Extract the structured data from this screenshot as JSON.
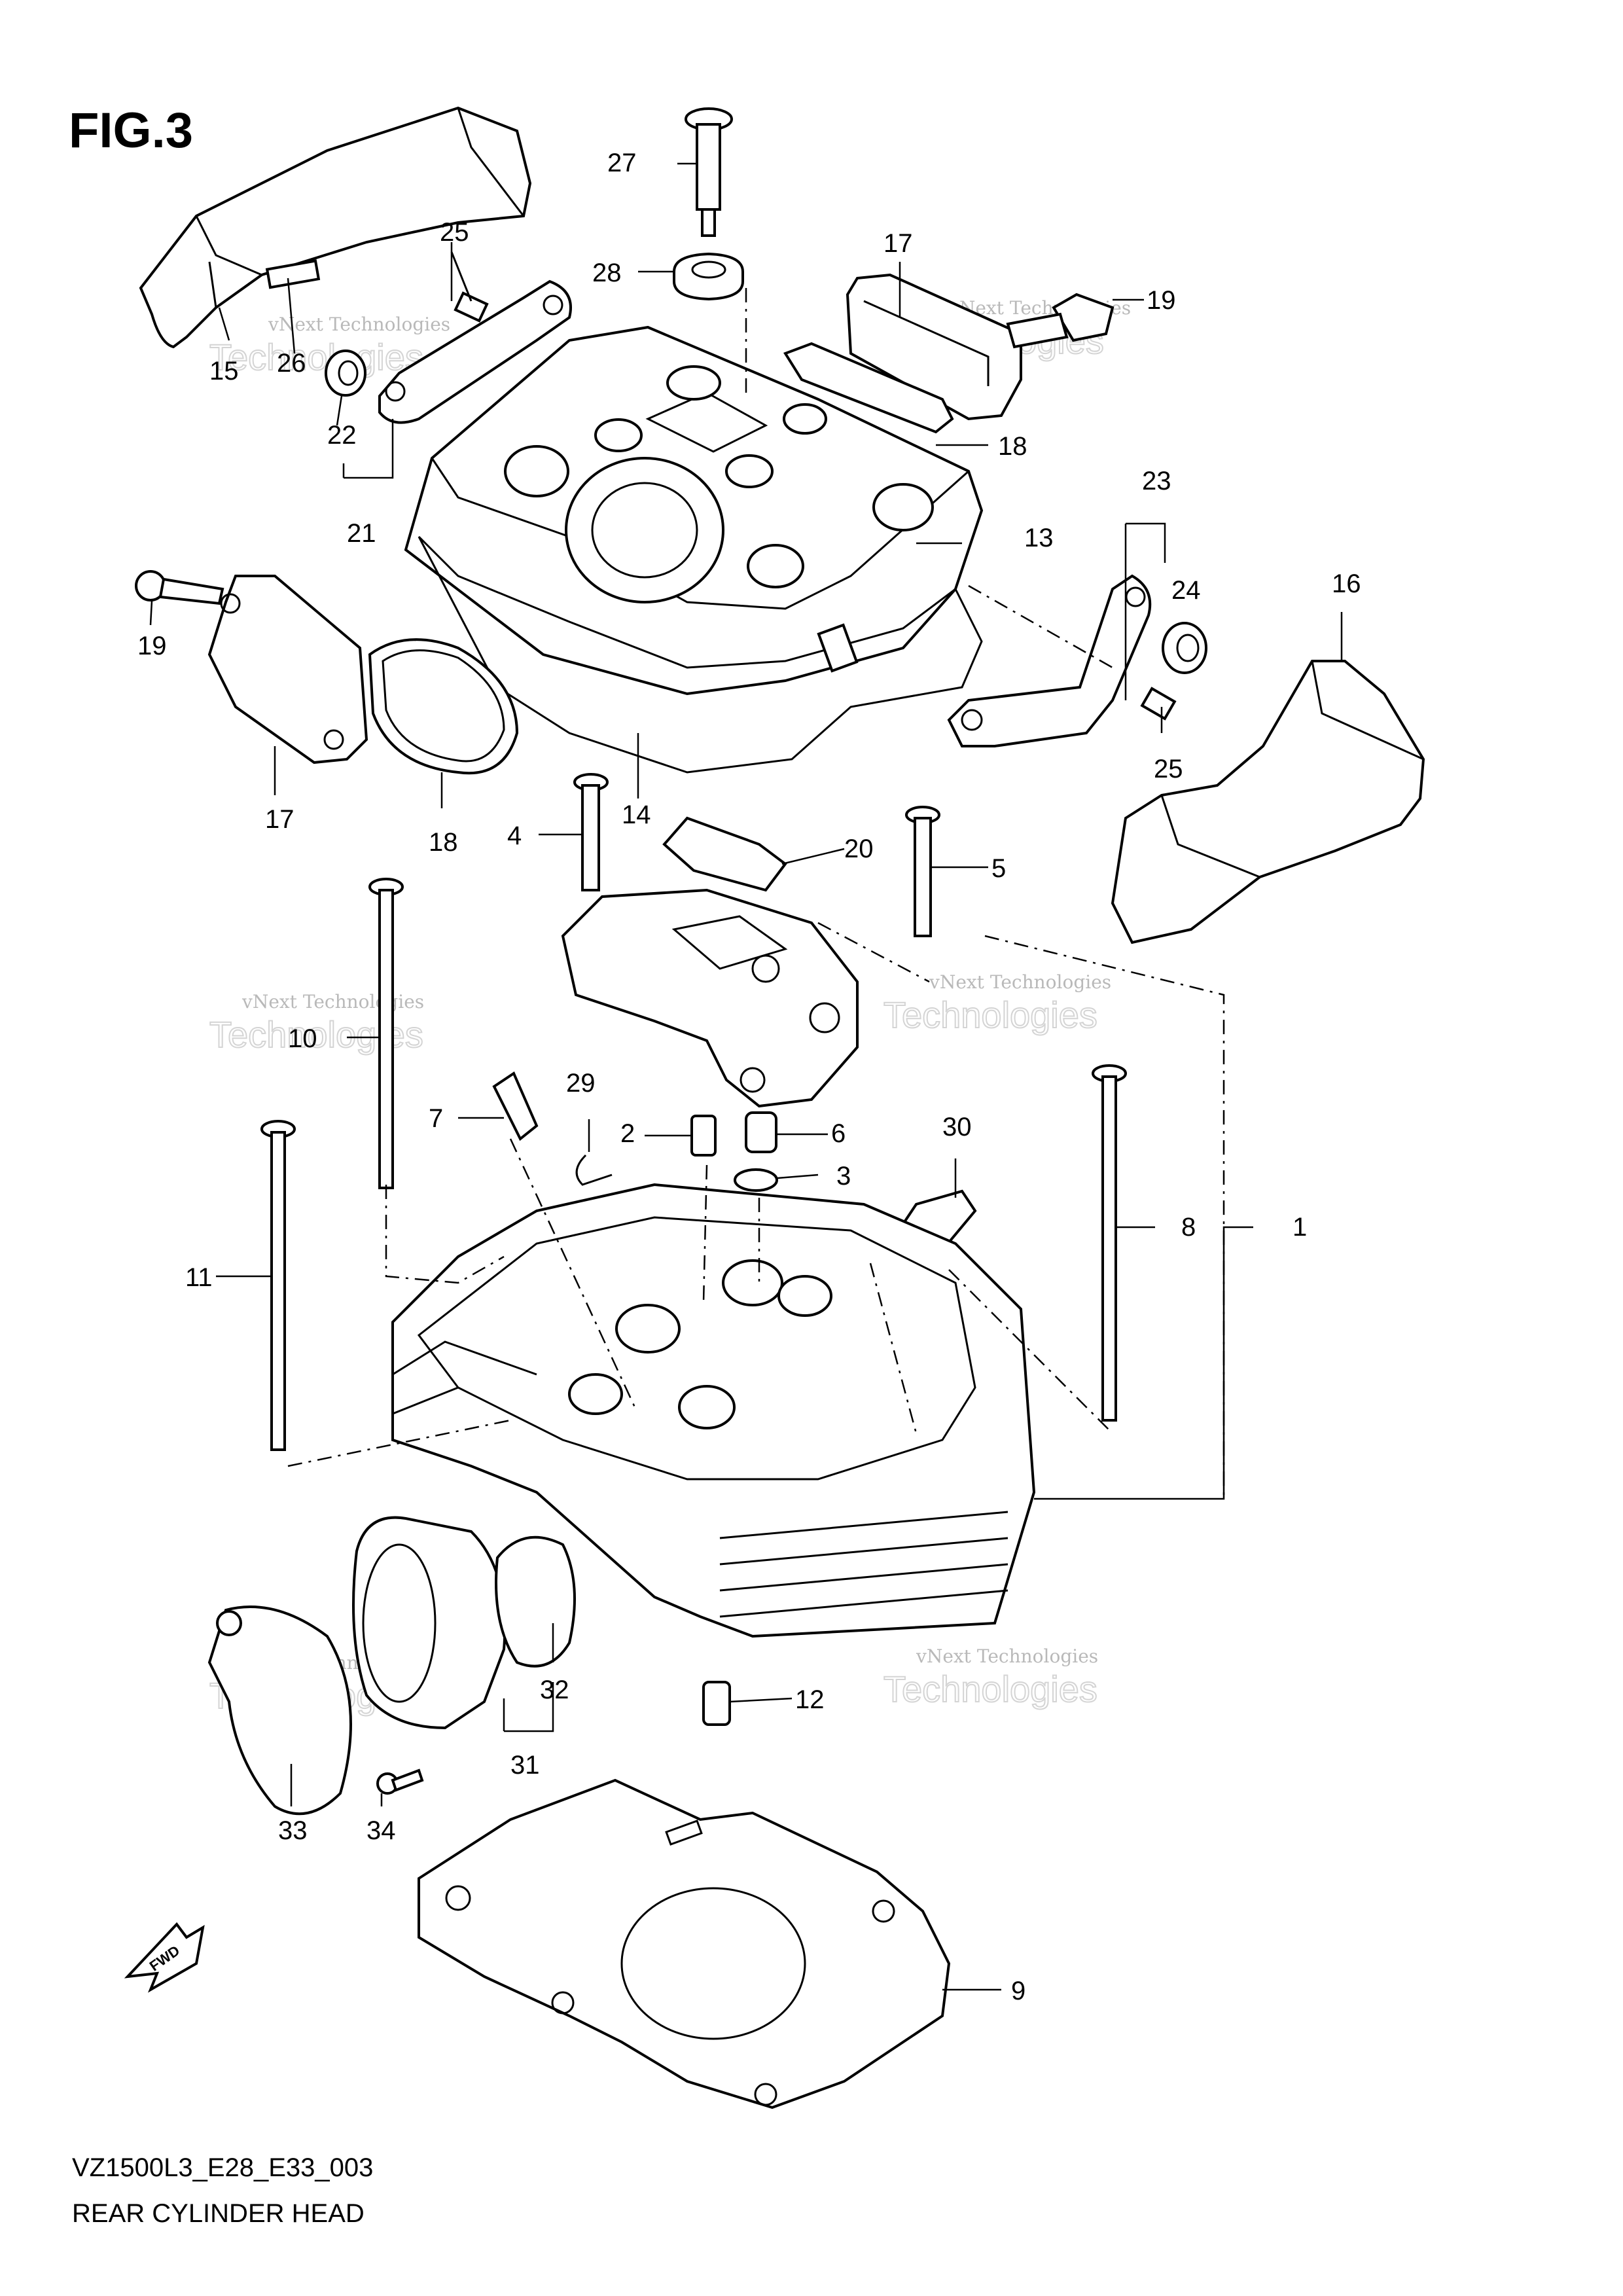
{
  "figure": {
    "title": "FIG.3"
  },
  "caption": {
    "model_code": "VZ1500L3_E28_E33_003",
    "name": "REAR CYLINDER HEAD"
  },
  "watermark": {
    "line1": "vNext Technologies",
    "line2": "Technologies"
  },
  "direction_arrow": {
    "label": "FWD",
    "icon": "fwd-arrow-icon"
  },
  "callouts": {
    "c1": "1",
    "c2": "2",
    "c3": "3",
    "c4": "4",
    "c5": "5",
    "c6": "6",
    "c7": "7",
    "c8": "8",
    "c9": "9",
    "c10": "10",
    "c11": "11",
    "c12": "12",
    "c13": "13",
    "c14": "14",
    "c15": "15",
    "c16": "16",
    "c17a": "17",
    "c17b": "17",
    "c18a": "18",
    "c18b": "18",
    "c19a": "19",
    "c19b": "19",
    "c20": "20",
    "c21": "21",
    "c22": "22",
    "c23": "23",
    "c24": "24",
    "c25a": "25",
    "c25b": "25",
    "c26": "26",
    "c27": "27",
    "c28": "28",
    "c29": "29",
    "c30": "30",
    "c31": "31",
    "c32": "32",
    "c33": "33",
    "c34": "34"
  }
}
